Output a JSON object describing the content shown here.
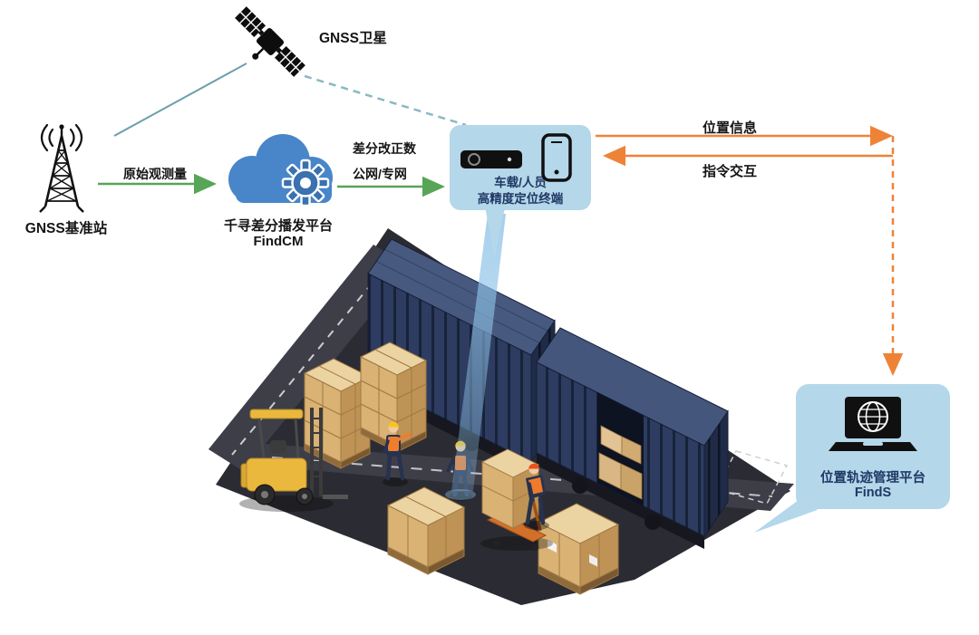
{
  "labels": {
    "satellite": "GNSS卫星",
    "base_station": "GNSS基准站",
    "raw_obs": "原始观测量",
    "cloud_line1": "千寻差分播发平台",
    "cloud_line2": "FindCM",
    "corr_line1": "差分改正数",
    "corr_line2": "公网/专网",
    "terminal_line1": "车载/人员",
    "terminal_line2": "高精度定位终端",
    "position_info": "位置信息",
    "command_interact": "指令交互",
    "finds_line1": "位置轨迹管理平台",
    "finds_line2": "FindS"
  },
  "icons": {
    "satellite": "satellite-icon",
    "base_station": "radio-tower-icon",
    "cloud_platform": "cloud-gear-icon",
    "terminal_receiver": "vehicle-terminal-icon",
    "terminal_phone": "smartphone-icon",
    "finds_platform": "laptop-globe-icon"
  },
  "colors": {
    "panel_blue": "#b4d7ea",
    "navy_text": "#1f3864",
    "green_arrow": "#57a557",
    "orange_arrow": "#ee8338",
    "teal_line": "#6f9fae",
    "teal_dashed": "#8ab8c4",
    "cloud_blue": "#4886c9",
    "gear_blue": "#3a71ae",
    "container_navy": "#2d3c60",
    "floor_dark": "#2b2b33",
    "crate_tan": "#d9b274",
    "forklift_yellow": "#e9b83d",
    "beam_blue": "#8fc3e8"
  }
}
